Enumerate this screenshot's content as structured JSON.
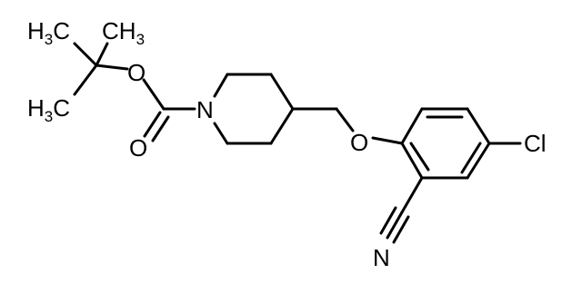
{
  "molecule": {
    "atoms": {
      "methyl_top": {
        "main": "H",
        "sub": "3",
        "tail": "C"
      },
      "methyl_top_right": {
        "main": "CH",
        "sub": "3"
      },
      "methyl_bottom": {
        "main": "H",
        "sub": "3",
        "tail": "C"
      },
      "ester_oxygen": "O",
      "carbonyl_oxygen": "O",
      "piperidine_nitrogen": "N",
      "ether_oxygen": "O",
      "chlorine": "Cl",
      "nitrile_nitrogen": "N"
    }
  }
}
